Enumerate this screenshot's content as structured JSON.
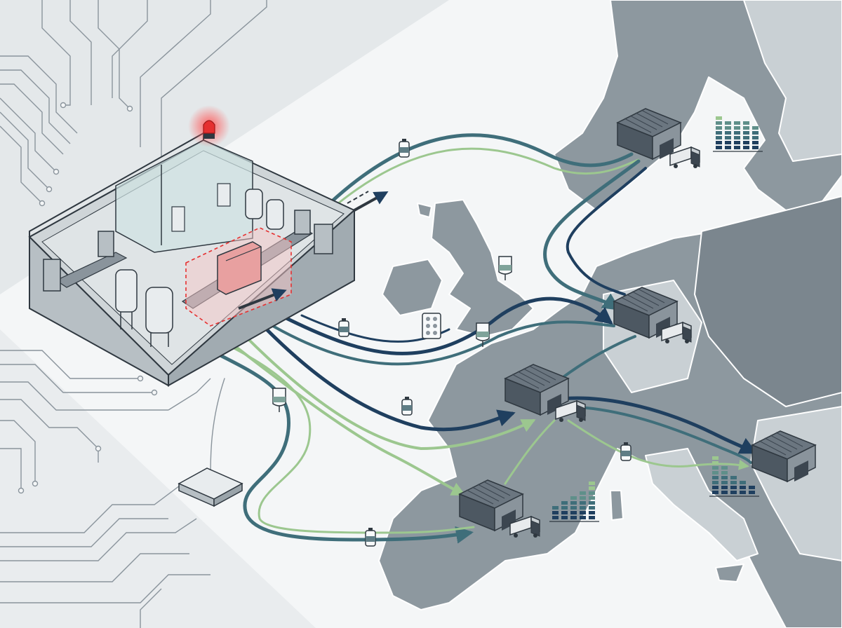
{
  "colors": {
    "background": "#f4f6f7",
    "circuit": "#8a949c",
    "land": "#8d989f",
    "land_dark": "#7b868e",
    "land_light": "#c9d0d4",
    "flow_dark": "#1f3f5f",
    "flow_teal": "#3f6e7a",
    "flow_green": "#9cc78f",
    "warehouse": "#5a6570",
    "alert": "#e53030"
  },
  "factory": {
    "alert_state": "alarm",
    "chips": [
      {
        "icon": "circuit-chip-icon"
      }
    ],
    "arrows": [
      {
        "icon": "outbound-arrow-icon"
      },
      {
        "icon": "outbound-arrow-icon"
      }
    ]
  },
  "warehouses": [
    {
      "id": "nordic-hub",
      "icon": "warehouse-icon",
      "has_truck": true
    },
    {
      "id": "central-hub",
      "icon": "warehouse-icon",
      "has_truck": true
    },
    {
      "id": "france-hub",
      "icon": "warehouse-icon",
      "has_truck": true
    },
    {
      "id": "iberia-hub",
      "icon": "warehouse-icon",
      "has_truck": true
    },
    {
      "id": "italy-hub",
      "icon": "warehouse-icon",
      "has_truck": false
    }
  ],
  "products": [
    {
      "type": "vial-icon"
    },
    {
      "type": "iv-bag-icon"
    },
    {
      "type": "vial-icon"
    },
    {
      "type": "blister-pack-icon"
    },
    {
      "type": "iv-bag-icon"
    },
    {
      "type": "iv-bag-icon"
    },
    {
      "type": "vial-icon"
    },
    {
      "type": "vial-icon"
    },
    {
      "type": "vial-icon"
    }
  ],
  "inventory_charts": [
    {
      "id": "nordic",
      "levels": [
        0.85,
        0.75,
        0.7,
        0.75,
        0.65
      ]
    },
    {
      "id": "iberia",
      "levels": [
        0.35,
        0.45,
        0.6,
        0.8,
        1.0
      ]
    },
    {
      "id": "italy",
      "levels": [
        1.0,
        0.8,
        0.55,
        0.35,
        0.25
      ]
    }
  ]
}
